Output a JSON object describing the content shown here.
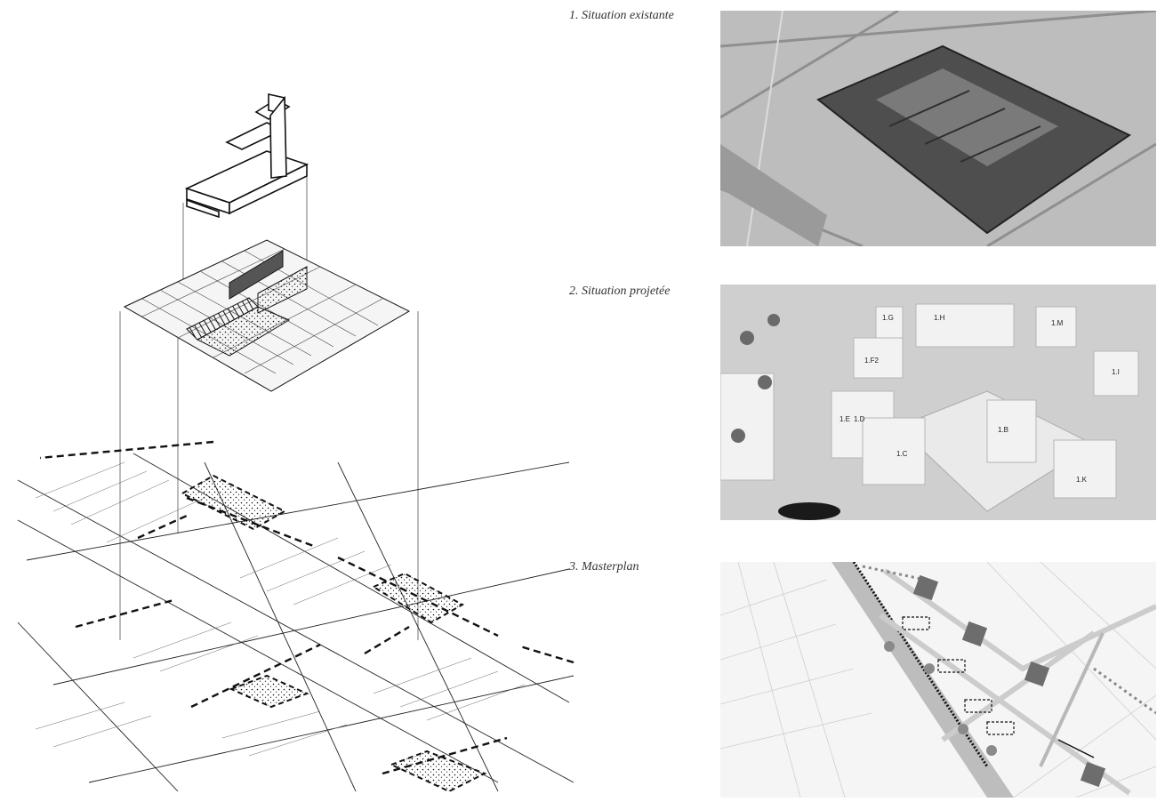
{
  "captions": {
    "existing": "1. Situation existante",
    "projected": "2. Situation projetée",
    "masterplan": "3. Masterplan"
  },
  "projected_labels": {
    "g": "1.G",
    "h": "1.H",
    "m": "1.M",
    "f2": "1.F2",
    "i": "1.I",
    "e": "1.E",
    "d": "1.D",
    "b": "1.B",
    "c": "1.C",
    "k": "1.K"
  },
  "colors": {
    "ink": "#111111",
    "paper": "#ffffff",
    "photo": "#8a8a8a",
    "model": "#f1f1f1",
    "masterplan_block": "#6d6d6d"
  }
}
